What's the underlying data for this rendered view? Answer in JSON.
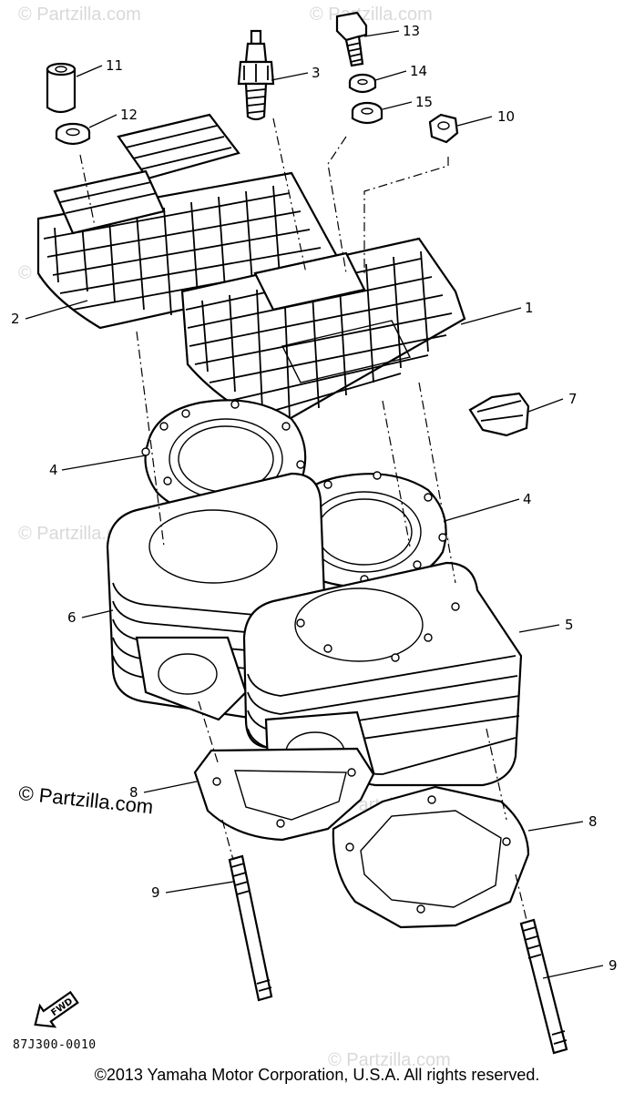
{
  "diagram": {
    "callouts": [
      {
        "id": "c1",
        "label": "1"
      },
      {
        "id": "c2",
        "label": "2"
      },
      {
        "id": "c3",
        "label": "3"
      },
      {
        "id": "c4a",
        "label": "4"
      },
      {
        "id": "c4b",
        "label": "4"
      },
      {
        "id": "c5",
        "label": "5"
      },
      {
        "id": "c6",
        "label": "6"
      },
      {
        "id": "c7",
        "label": "7"
      },
      {
        "id": "c8a",
        "label": "8"
      },
      {
        "id": "c8b",
        "label": "8"
      },
      {
        "id": "c9a",
        "label": "9"
      },
      {
        "id": "c9b",
        "label": "9"
      },
      {
        "id": "c10",
        "label": "10"
      },
      {
        "id": "c11",
        "label": "11"
      },
      {
        "id": "c12",
        "label": "12"
      },
      {
        "id": "c13",
        "label": "13"
      },
      {
        "id": "c14",
        "label": "14"
      },
      {
        "id": "c15",
        "label": "15"
      }
    ],
    "fwd_arrow_label": "FWD",
    "diagram_code": "87J300-0010",
    "watermark": "© Partzilla.com",
    "faint_watermark": "© Partzilla.com",
    "copyright": "©2013 Yamaha Motor Corporation, U.S.A. All rights reserved."
  }
}
